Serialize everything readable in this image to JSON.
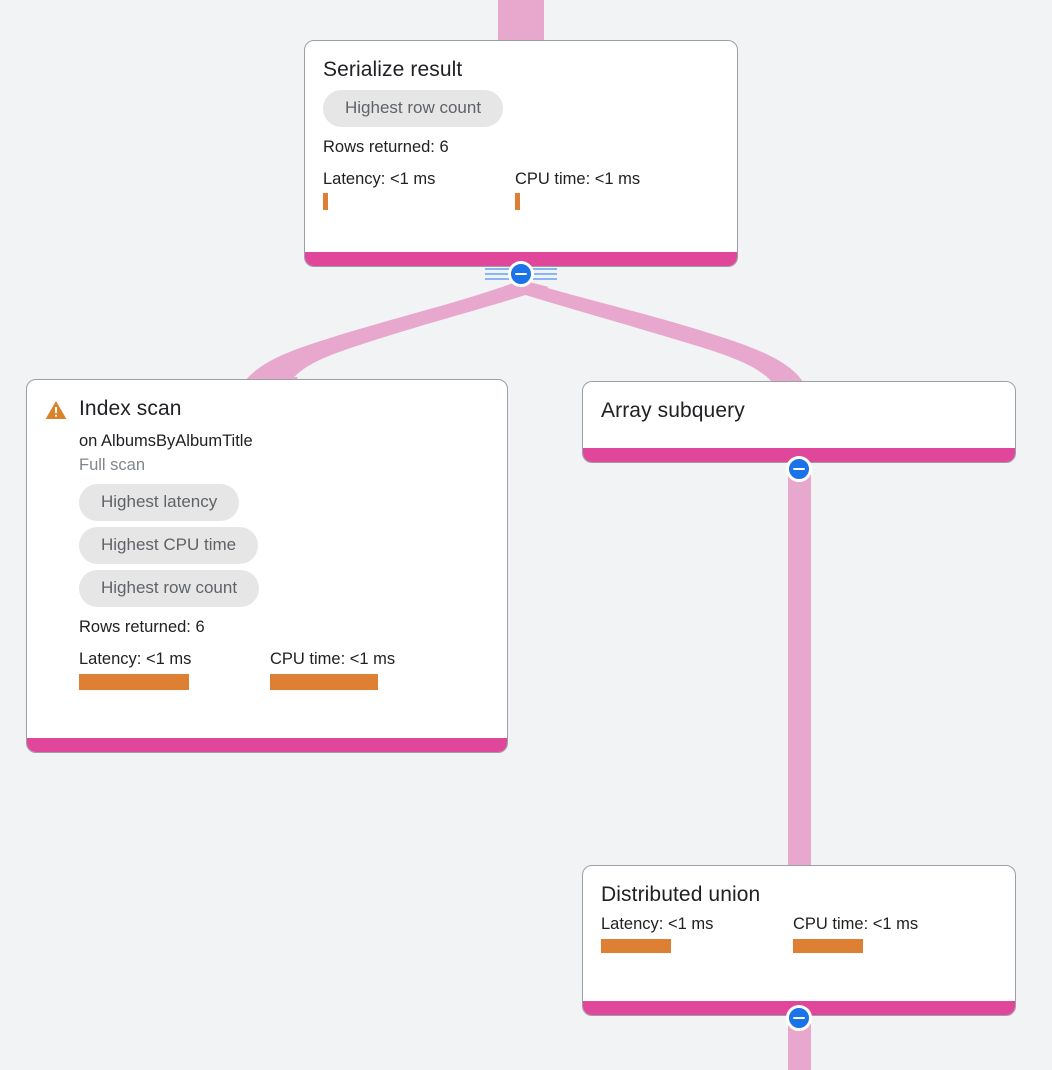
{
  "theme": {
    "background": "#f1f3f4",
    "card_background": "#ffffff",
    "card_border": "#9aa0a6",
    "accent_bar": "#e0469a",
    "edge_ribbon": "#e8a8cd",
    "toggle_blue": "#1a73e8",
    "rail_blue": "#8ab4f8",
    "chip_background": "#e6e6e6",
    "chip_text": "#5f6368",
    "metric_bar_orange": "#dd8033",
    "warning_orange": "#d9822b",
    "text_primary": "#202124",
    "text_muted": "#80868b"
  },
  "nodes": {
    "serialize": {
      "title": "Serialize result",
      "chips": [
        "Highest row count"
      ],
      "rows_returned": "Rows returned: 6",
      "latency_label": "Latency: <1 ms",
      "cpu_label": "CPU time: <1 ms"
    },
    "index_scan": {
      "title": "Index scan",
      "warning_icon": "warning-triangle-icon",
      "subtitle": "on AlbumsByAlbumTitle",
      "scan_type": "Full scan",
      "chips": [
        "Highest latency",
        "Highest CPU time",
        "Highest row count"
      ],
      "rows_returned": "Rows returned: 6",
      "latency_label": "Latency: <1 ms",
      "cpu_label": "CPU time: <1 ms"
    },
    "array_subquery": {
      "title": "Array subquery"
    },
    "distributed_union": {
      "title": "Distributed union",
      "latency_label": "Latency: <1 ms",
      "cpu_label": "CPU time: <1 ms"
    }
  },
  "toggles": {
    "serialize": "collapse-toggle-serialize",
    "array_subquery": "collapse-toggle-array-subquery",
    "distributed_union": "collapse-toggle-distributed-union"
  }
}
